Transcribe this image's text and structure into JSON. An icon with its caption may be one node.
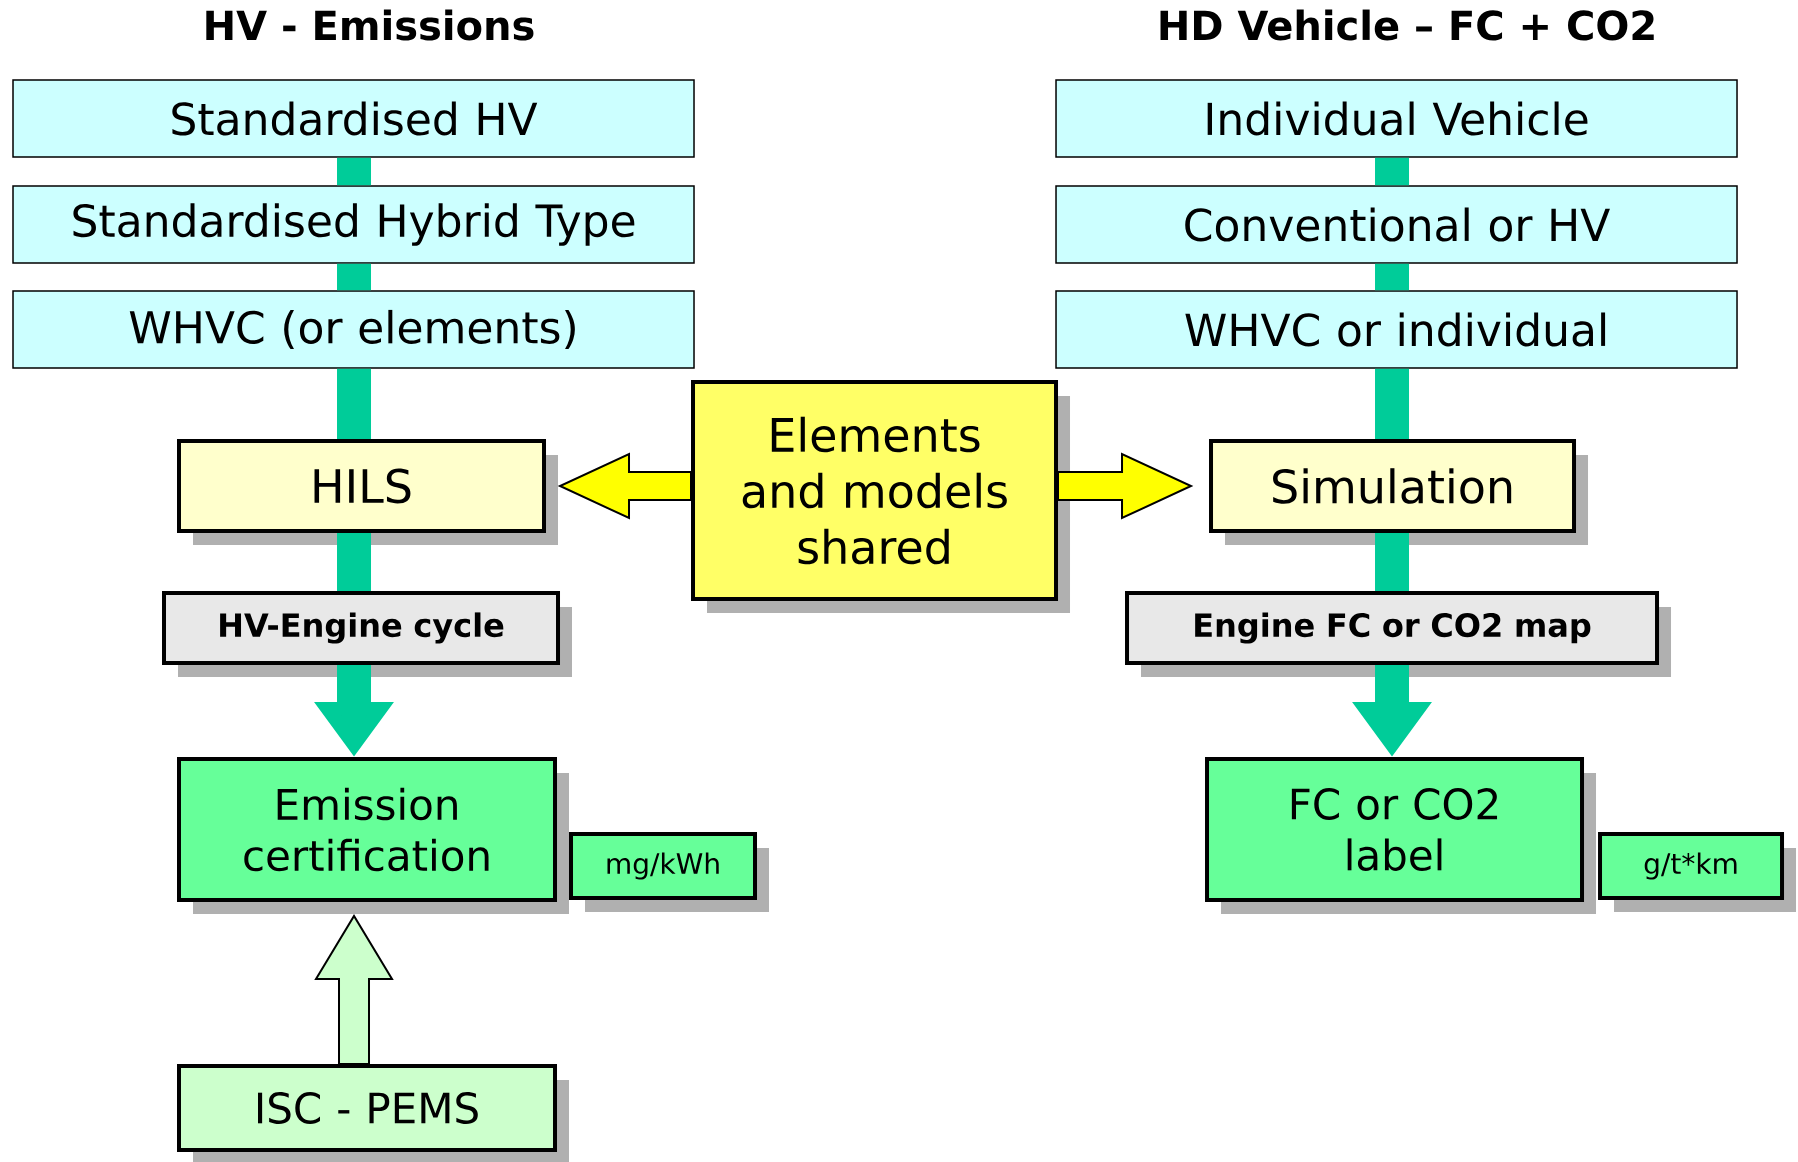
{
  "diagram": {
    "nodes": [
      {
        "text": [
          "Standardised HV"
        ]
      },
      {
        "text": [
          "Standardised Hybrid Type"
        ]
      },
      {
        "text": [
          "WHVC (or elements)"
        ]
      },
      {
        "text": [
          "Individual Vehicle"
        ]
      },
      {
        "text": [
          "Conventional or HV"
        ]
      },
      {
        "text": [
          "WHVC or individual"
        ]
      },
      {
        "text": [
          "Elements and models shared"
        ]
      },
      {
        "text": [
          "HILS"
        ]
      },
      {
        "text": [
          "Simulation"
        ]
      },
      {
        "text": [
          "HV-Engine cycle"
        ]
      },
      {
        "text": [
          "Engine FC or CO2 map"
        ]
      },
      {
        "text": [
          "Emission certification"
        ]
      },
      {
        "text": [
          "mg/kWh"
        ]
      },
      {
        "text": [
          "FC or CO2 label"
        ]
      },
      {
        "text": [
          "g/t*km"
        ]
      },
      {
        "text": [
          "ISC - PEMS"
        ]
      }
    ],
    "edges": [
      {
        "from": 0,
        "to": 1,
        "arrow": "none"
      },
      {
        "from": 1,
        "to": 2,
        "arrow": "none"
      },
      {
        "from": 2,
        "to": 7,
        "arrow": "none"
      },
      {
        "from": 7,
        "to": 9,
        "arrow": "none"
      },
      {
        "from": 9,
        "to": 11,
        "arrow": "to"
      },
      {
        "from": 3,
        "to": 4,
        "arrow": "none"
      },
      {
        "from": 4,
        "to": 5,
        "arrow": "none"
      },
      {
        "from": 5,
        "to": 8,
        "arrow": "none"
      },
      {
        "from": 8,
        "to": 10,
        "arrow": "none"
      },
      {
        "from": 10,
        "to": 13,
        "arrow": "to"
      },
      {
        "from": 6,
        "to": 7,
        "arrow": "to",
        "color": "#ffff00"
      },
      {
        "from": 6,
        "to": 8,
        "arrow": "to",
        "color": "#ffff00"
      },
      {
        "from": 15,
        "to": 11,
        "arrow": "to",
        "color": "#ccffcc"
      }
    ],
    "labels": [
      "HV - Emissions",
      "HD Vehicle – FC + CO2"
    ]
  }
}
